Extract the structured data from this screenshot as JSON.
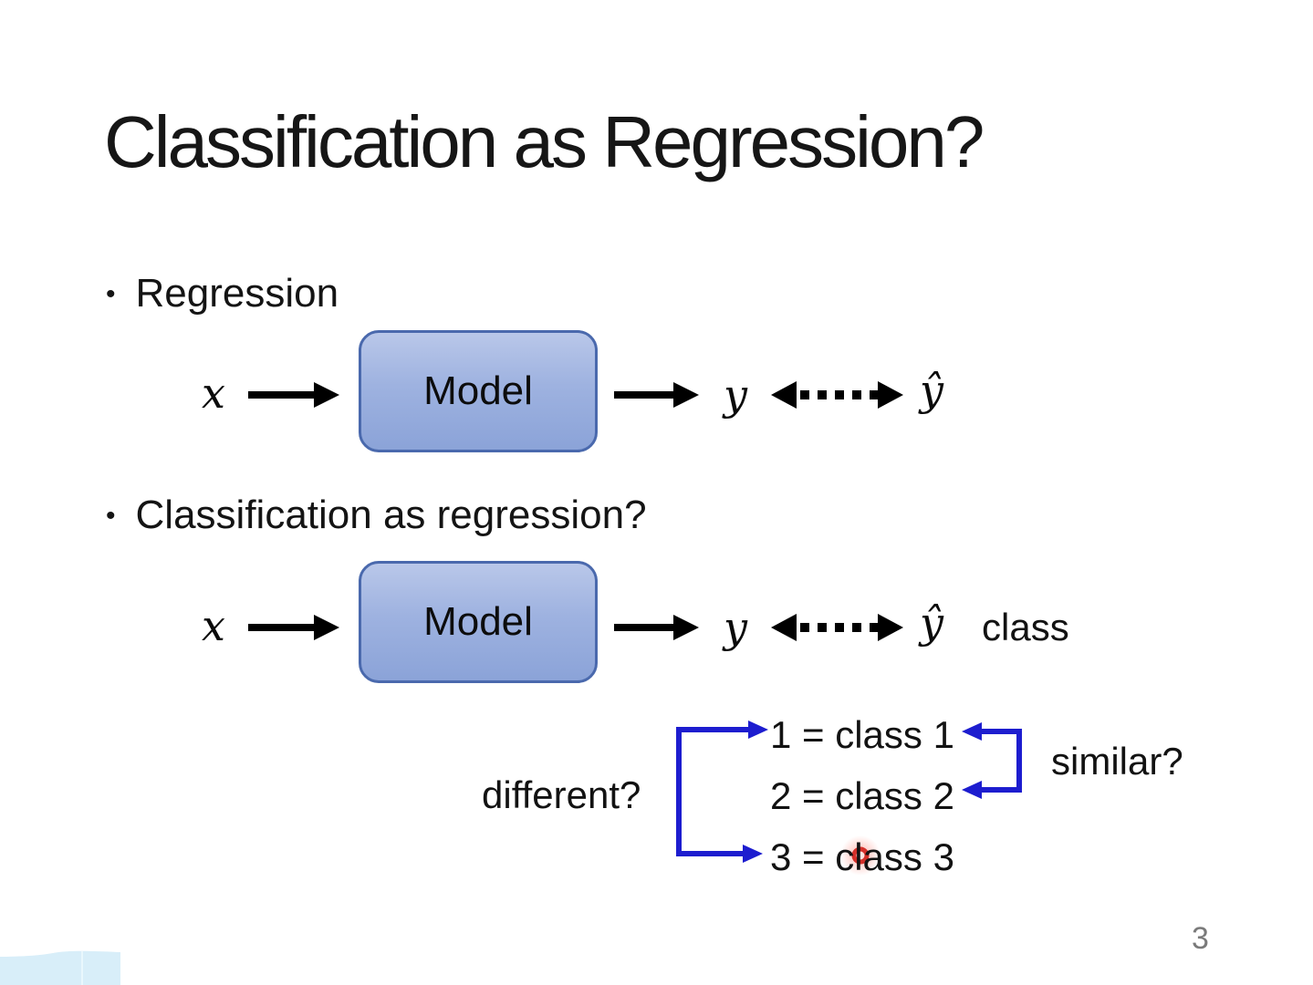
{
  "title": "Classification as Regression?",
  "bullets": {
    "marker": "•",
    "item1": "Regression",
    "item2": "Classification as regression?"
  },
  "diagram": {
    "model_label": "Model",
    "input_symbol": "x",
    "output_symbol": "y",
    "prediction_symbol": "ŷ",
    "class_word": "class"
  },
  "mapping": {
    "different_label": "different?",
    "similar_label": "similar?",
    "rows": [
      "1 = class 1",
      "2 = class 2",
      "3 = class 3"
    ]
  },
  "footer": {
    "page_number": "3"
  },
  "colors": {
    "arrow_black": "#000000",
    "bracket_blue": "#1d1dcf",
    "box_fill_top": "#b9c7e9",
    "box_fill_bottom": "#8ba3d8",
    "box_border": "#4a69ad",
    "laser_red": "#d3302a",
    "page_number_gray": "#7a7a7a",
    "corner_shape_blue": "#d8eef9"
  }
}
